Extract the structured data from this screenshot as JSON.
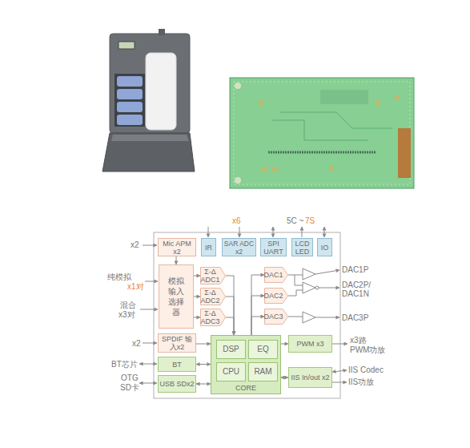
{
  "diagram": {
    "nodes": [
      {
        "text": [
          "Mic APM x2"
        ]
      },
      {
        "text": [
          "IR"
        ]
      },
      {
        "text": [
          "SAR ADC x2"
        ]
      },
      {
        "text": [
          "SPI UART"
        ]
      },
      {
        "text": [
          "LCD LED"
        ]
      },
      {
        "text": [
          "IO"
        ]
      },
      {
        "text": [
          "模拟输入选择器"
        ]
      },
      {
        "text": [
          "Σ-Δ ADC1"
        ]
      },
      {
        "text": [
          "Σ-Δ ADC2"
        ]
      },
      {
        "text": [
          "Σ-Δ ADC3"
        ]
      },
      {
        "text": [
          "DAC1"
        ]
      },
      {
        "text": [
          "DAC2"
        ]
      },
      {
        "text": [
          "DAC3"
        ]
      },
      {
        "text": [
          "SPDIF 输入x2"
        ]
      },
      {
        "text": [
          "BT"
        ]
      },
      {
        "text": [
          "USB SDx2"
        ]
      },
      {
        "text": [
          "CORE"
        ]
      },
      {
        "text": [
          "DSP"
        ],
        "in": 16
      },
      {
        "text": [
          "EQ"
        ],
        "in": 16
      },
      {
        "text": [
          "CPU"
        ],
        "in": 16
      },
      {
        "text": [
          "RAM"
        ],
        "in": 16
      },
      {
        "text": [
          "PWM x3"
        ]
      },
      {
        "text": [
          "IIS In/out x2"
        ]
      }
    ],
    "edges": [
      {
        "from": 0,
        "to": 6,
        "arrow": "to"
      },
      {
        "from": 6,
        "to": 7,
        "arrow": "to"
      },
      {
        "from": 6,
        "to": 8,
        "arrow": "to"
      },
      {
        "from": 6,
        "to": 9,
        "arrow": "to"
      },
      {
        "from": 7,
        "to": 16,
        "arrow": "to"
      },
      {
        "from": 8,
        "to": 16,
        "arrow": "to"
      },
      {
        "from": 9,
        "to": 16,
        "arrow": "to"
      },
      {
        "from": 16,
        "to": 10,
        "arrow": "to"
      },
      {
        "from": 16,
        "to": 11,
        "arrow": "to"
      },
      {
        "from": 16,
        "to": 12,
        "arrow": "to"
      },
      {
        "from": 13,
        "to": 16,
        "arrow": "to"
      },
      {
        "from": 14,
        "to": 16,
        "arrow": "both"
      },
      {
        "from": 15,
        "to": 16,
        "arrow": "both"
      },
      {
        "from": 16,
        "to": 21,
        "arrow": "to"
      },
      {
        "from": 16,
        "to": 22,
        "arrow": "both"
      }
    ],
    "labels": [
      "x6",
      "5C ~",
      "7S",
      "x2",
      "纯模拟",
      "x1对",
      "混合",
      "x3对",
      "x2",
      "BT芯片",
      "OTG",
      "SD卡",
      "DAC1P",
      "DAC2P/",
      "DAC1N",
      "DAC3P",
      "x3路",
      "PWM功放",
      "IIS Codec",
      "IIS功放"
    ]
  }
}
